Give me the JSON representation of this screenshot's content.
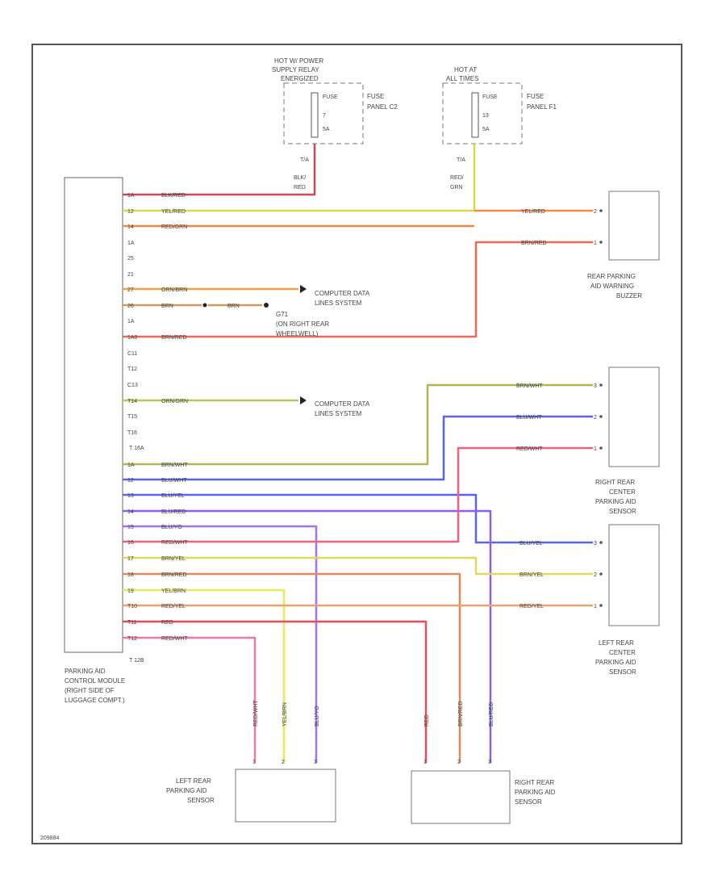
{
  "colors": {
    "red": "#ee4b5a",
    "orange": "#f08a4b",
    "pink": "#f06a8f",
    "yellow": "#d8d84a",
    "olive": "#b2b452",
    "violet": "#9a5ff0",
    "blue": "#5a62f0",
    "gray": "#9a9a9a",
    "redgray": "#c64a5a"
  },
  "relay1": {
    "title1": "HOT W/ POWER",
    "title2": "SUPPLY RELAY",
    "title3": "ENERGIZED",
    "fuse_line1": "FUSE",
    "fuse_line2": "7",
    "fuse_line3": "5A",
    "panel_line1": "FUSE",
    "panel_line2": "PANEL C2",
    "pin": "T/A",
    "wire_line1": "BLK/",
    "wire_line2": "RED"
  },
  "relay2": {
    "title1": "HOT AT",
    "title2": "ALL TIMES",
    "fuse_line1": "FUSE",
    "fuse_line2": "13",
    "fuse_line3": "5A",
    "panel_line1": "FUSE",
    "panel_line2": "PANEL F1",
    "pin": "T/A",
    "wire_line1": "RED/",
    "wire_line2": "GRN"
  },
  "module": {
    "label1": "PARKING AID",
    "label2": "CONTROL MODULE",
    "label3": "(RIGHT SIDE OF",
    "label4": "LUGGAGE COMPT.)",
    "bottom_connector": "T 12B",
    "mid_connector": "T 16A"
  },
  "upper_pins": {
    "p1": "1A",
    "p2": "12",
    "p3": "14",
    "p4": "1A",
    "p5": "25",
    "p6": "21",
    "p7": "27",
    "p8": "26",
    "p9": "1A",
    "p10": "1A0",
    "p11": "C11",
    "p12": "T12",
    "p13": "C13",
    "p14": "T14",
    "p15": "T15",
    "p16": "T16"
  },
  "upper_wires": {
    "w1": "BLK/RED",
    "w2": "YEL/RED",
    "w3": "RED/GRN",
    "w7": "ORN/BRN",
    "w8a": "BRN",
    "w8b": "BRN",
    "w10": "BRN/RED",
    "w14": "ORN/GRN"
  },
  "refs": {
    "data1_line1": "COMPUTER DATA",
    "data1_line2": "LINES SYSTEM",
    "data2_line1": "COMPUTER DATA",
    "data2_line2": "LINES SYSTEM",
    "ground_line1": "G71",
    "ground_line2": "(ON RIGHT REAR",
    "ground_line3": "WHEELWELL)"
  },
  "lower_pins": {
    "q1": "1A",
    "q2": "12",
    "q3": "13",
    "q4": "14",
    "q5": "15",
    "q6": "16",
    "q7": "17",
    "q8": "18",
    "q9": "19",
    "q10": "T10",
    "q11": "T11",
    "q12": "T12"
  },
  "lower_wires": {
    "l1": "BRN/WHT",
    "l2": "BLU/WHT",
    "l3": "BLU/YEL",
    "l4": "BLU/RED",
    "l5": "BLU/YO",
    "l6": "RED/WHT",
    "l7": "BRN/YEL",
    "l8": "BRN/RED",
    "l9": "YEL/BRN",
    "l10": "RED/YEL",
    "l11": "RED",
    "l12": "RED/WHT"
  },
  "buzzer": {
    "label1": "REAR PARKING",
    "label2": "AID WARNING",
    "label3": "BUZZER",
    "wire_top": "YEL/RED",
    "wire_bottom": "BRN/RED",
    "pin_top": "2",
    "pin_bottom": "1"
  },
  "right_center": {
    "label1": "RIGHT REAR",
    "label2": "CENTER",
    "label3": "PARKING AID",
    "label4": "SENSOR",
    "wire1": "BRN/WHT",
    "wire2": "BLU/WHT",
    "wire3": "RED/WHT",
    "pin1": "3",
    "pin2": "2",
    "pin3": "1"
  },
  "left_center": {
    "label1": "LEFT REAR",
    "label2": "CENTER",
    "label3": "PARKING AID",
    "label4": "SENSOR",
    "wire1": "BLU/YEL",
    "wire2": "BRN/YEL",
    "wire3": "RED/YEL",
    "pin1": "3",
    "pin2": "2",
    "pin3": "1"
  },
  "left_sensor": {
    "label1": "LEFT REAR",
    "label2": "PARKING AID",
    "label3": "SENSOR",
    "wire1": "RED/WHT",
    "wire2": "YEL/BRN",
    "wire3": "BLU/YO",
    "pin1": "1",
    "pin2": "2",
    "pin3": "3"
  },
  "right_sensor": {
    "label1": "RIGHT REAR",
    "label2": "PARKING AID",
    "label3": "SENSOR",
    "wire1": "RED",
    "wire2": "BRN/RED",
    "wire3": "BLU/RED",
    "pin1": "1",
    "pin2": "2",
    "pin3": "3"
  },
  "footer_code": "209884"
}
